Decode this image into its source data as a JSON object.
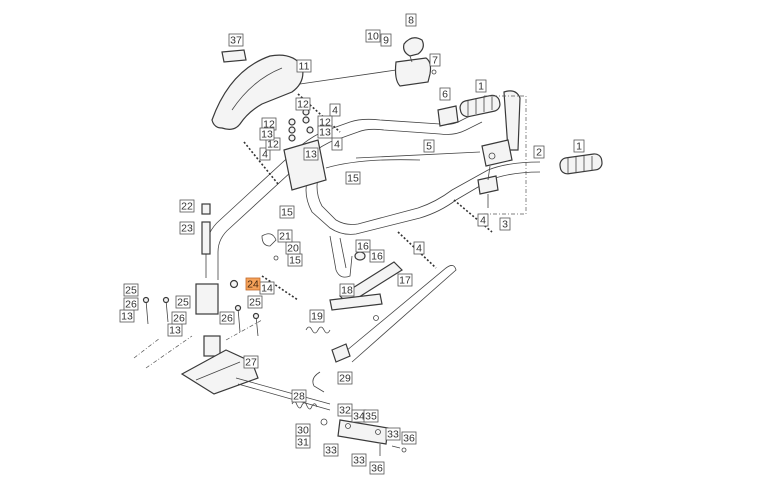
{
  "callouts": {
    "p1a": "1",
    "p1b": "1",
    "p2": "2",
    "p3": "3",
    "p4a": "4",
    "p4b": "4",
    "p4c": "4",
    "p4d": "4",
    "p4e": "4",
    "p5": "5",
    "p6": "6",
    "p7": "7",
    "p8": "8",
    "p9": "9",
    "p10": "10",
    "p11": "11",
    "p12a": "12",
    "p12b": "12",
    "p12c": "12",
    "p12d": "12",
    "p13a": "13",
    "p13b": "13",
    "p13c": "13",
    "p13d": "13",
    "p13e": "13",
    "p14": "14",
    "p15a": "15",
    "p15b": "15",
    "p15c": "15",
    "p16a": "16",
    "p16b": "16",
    "p17": "17",
    "p18": "18",
    "p19": "19",
    "p20": "20",
    "p21": "21",
    "p22": "22",
    "p23": "23",
    "p24": "24",
    "p25a": "25",
    "p25b": "25",
    "p25c": "25",
    "p26a": "26",
    "p26b": "26",
    "p26c": "26",
    "p27": "27",
    "p28": "28",
    "p29": "29",
    "p30": "30",
    "p31": "31",
    "p32": "32",
    "p33a": "33",
    "p33b": "33",
    "p33c": "33",
    "p34": "34",
    "p35": "35",
    "p36a": "36",
    "p36b": "36",
    "p37": "37"
  },
  "highlight": {
    "part": "24",
    "color": "#f5a25a"
  }
}
